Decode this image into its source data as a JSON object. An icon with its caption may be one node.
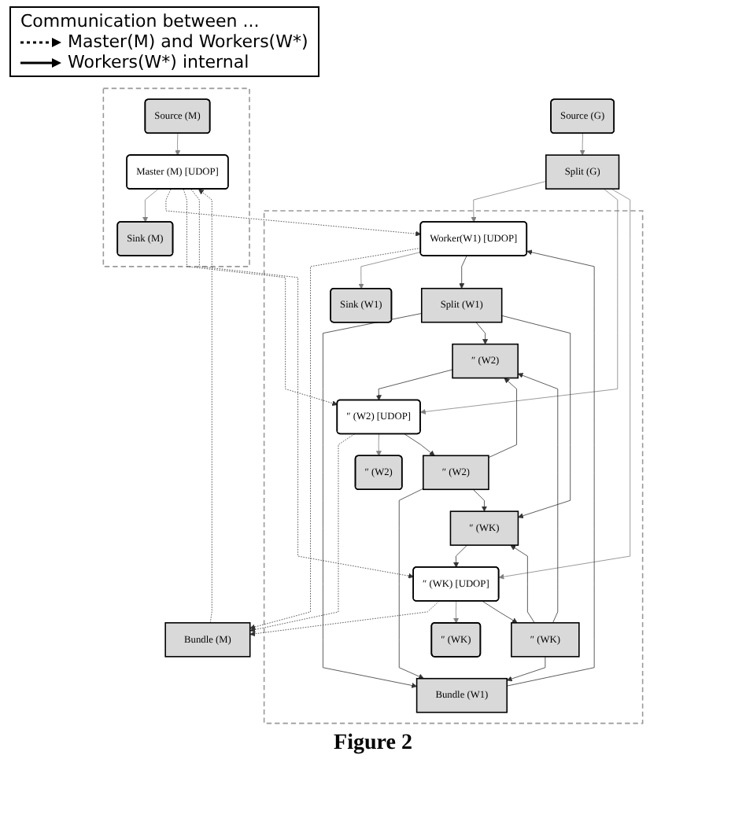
{
  "diagram": {
    "caption": "Figure 2",
    "nodes": [
      {
        "text": [],
        "shape": "box"
      },
      {
        "text": [
          "Source (M)"
        ],
        "in": 0
      },
      {
        "text": [
          "Master (M) [UDOP]"
        ],
        "in": 0
      },
      {
        "text": [
          "Sink (M)"
        ],
        "in": 0
      },
      {
        "text": [
          "Bundle (M)"
        ]
      },
      {
        "text": [
          "Source (G)"
        ]
      },
      {
        "text": [
          "Split (G)"
        ]
      },
      {
        "text": [],
        "shape": "box"
      },
      {
        "text": [
          "Worker(W1) [UDOP]"
        ],
        "in": 7
      },
      {
        "text": [
          "″ (W2) [UDOP]"
        ],
        "in": 7
      },
      {
        "text": [
          "″ (WK) [UDOP]"
        ],
        "in": 7
      },
      {
        "text": [
          "Sink (W1)"
        ],
        "in": 7
      },
      {
        "text": [
          "″ (W2)"
        ],
        "in": 7
      },
      {
        "text": [
          "″ (WK)"
        ],
        "in": 7
      },
      {
        "text": [
          "Split (W1)"
        ],
        "in": 7
      },
      {
        "text": [
          "″ (W2)"
        ],
        "in": 7
      },
      {
        "text": [
          "″ (WK)"
        ],
        "in": 7
      },
      {
        "text": [
          "Bundle (W1)"
        ],
        "in": 7
      },
      {
        "text": [
          "″ (W2)"
        ],
        "in": 7
      },
      {
        "text": [
          "″ (WK)"
        ],
        "in": 7
      }
    ],
    "edges": [
      {
        "from": 1,
        "to": 2,
        "arrow": "to",
        "color": "#808080"
      },
      {
        "from": 2,
        "to": 3,
        "arrow": "to",
        "color": "#808080"
      },
      {
        "from": 4,
        "to": 2,
        "arrow": "to",
        "style": "dashed"
      },
      {
        "from": 2,
        "to": 8,
        "arrow": "to",
        "style": "dashed"
      },
      {
        "from": 2,
        "to": 9,
        "arrow": "to",
        "style": "dashed"
      },
      {
        "from": 2,
        "to": 10,
        "arrow": "to",
        "style": "dashed"
      },
      {
        "from": 8,
        "to": 4,
        "arrow": "to",
        "style": "dashed"
      },
      {
        "from": 9,
        "to": 4,
        "arrow": "to",
        "style": "dashed"
      },
      {
        "from": 10,
        "to": 4,
        "arrow": "to",
        "style": "dashed"
      },
      {
        "from": 5,
        "to": 6,
        "arrow": "to",
        "color": "#808080"
      },
      {
        "from": 6,
        "to": 8,
        "arrow": "to",
        "color": "#808080"
      },
      {
        "from": 6,
        "to": 9,
        "arrow": "to",
        "color": "#808080"
      },
      {
        "from": 6,
        "to": 10,
        "arrow": "to",
        "color": "#808080"
      },
      {
        "from": 8,
        "to": 11,
        "arrow": "to",
        "color": "#808080"
      },
      {
        "from": 9,
        "to": 12,
        "arrow": "to",
        "color": "#808080"
      },
      {
        "from": 10,
        "to": 13,
        "arrow": "to",
        "color": "#808080"
      },
      {
        "from": 8,
        "to": 14,
        "arrow": "to"
      },
      {
        "from": 9,
        "to": 15,
        "arrow": "to"
      },
      {
        "from": 10,
        "to": 16,
        "arrow": "to"
      },
      {
        "from": 14,
        "to": 17,
        "arrow": "to"
      },
      {
        "from": 14,
        "to": 18,
        "arrow": "to"
      },
      {
        "from": 14,
        "to": 19,
        "arrow": "to"
      },
      {
        "from": 15,
        "to": 17,
        "arrow": "to"
      },
      {
        "from": 15,
        "to": 18,
        "arrow": "to"
      },
      {
        "from": 15,
        "to": 19,
        "arrow": "to"
      },
      {
        "from": 16,
        "to": 17,
        "arrow": "to"
      },
      {
        "from": 16,
        "to": 18,
        "arrow": "to"
      },
      {
        "from": 16,
        "to": 19,
        "arrow": "to"
      },
      {
        "from": 17,
        "to": 8,
        "arrow": "to"
      },
      {
        "from": 18,
        "to": 9,
        "arrow": "to"
      },
      {
        "from": 19,
        "to": 10,
        "arrow": "to"
      }
    ],
    "labels": [
      "Communication between ..."
    ],
    "legend": [
      {
        "text": "Master(M) and Workers(W*)"
      },
      {
        "text": "Workers(W*) internal"
      }
    ]
  }
}
